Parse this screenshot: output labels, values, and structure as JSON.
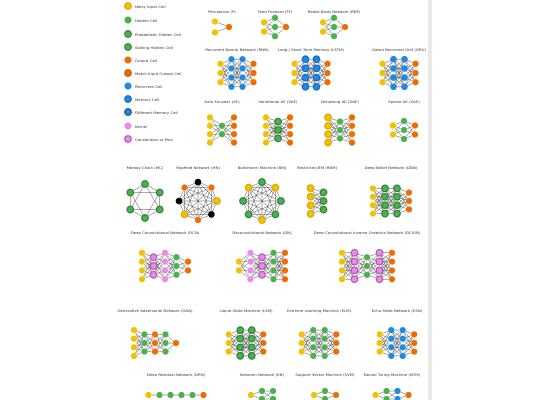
{
  "legend": [
    {
      "label": "Noisy Input Cell",
      "color": "#f2c200",
      "ring": "#d9a400"
    },
    {
      "label": "Hidden Cell",
      "color": "#4caf50"
    },
    {
      "label": "Probablistic Hidden Cell",
      "color": "#4caf50",
      "ring": "#2e7d32"
    },
    {
      "label": "Spiking Hidden Cell",
      "color": "#4caf50",
      "ring": "#2e7d32"
    },
    {
      "label": "Output Cell",
      "color": "#ef6c00"
    },
    {
      "label": "Match Input Output Cell",
      "color": "#ef6c00",
      "ring": "#c45a00"
    },
    {
      "label": "Recurrent Cell",
      "color": "#1e88e5"
    },
    {
      "label": "Memory Cell",
      "color": "#1e88e5",
      "ring": "#1565c0"
    },
    {
      "label": "Different Memory Cell",
      "color": "#1e88e5",
      "ring": "#0d47a1"
    },
    {
      "label": "Kernel",
      "color": "#e88ae8"
    },
    {
      "label": "Convolution or Pool",
      "color": "#e88ae8",
      "ring": "#b04fb0"
    }
  ],
  "networks": [
    {
      "title": "Perceptron (P)"
    },
    {
      "title": "Feed Forward (FF)"
    },
    {
      "title": "Radial Basis Network (RBF)"
    },
    {
      "title": "Recurrent Neural Network (RNN)"
    },
    {
      "title": "Long / Short Term Memory (LSTM)"
    },
    {
      "title": "Gated Recurrent Unit (GRU)"
    },
    {
      "title": "Auto Encoder (AE)"
    },
    {
      "title": "Variational AE (VAE)"
    },
    {
      "title": "Denoising AE (DAE)"
    },
    {
      "title": "Sparse AE (SAE)"
    },
    {
      "title": "Markov Chain (MC)"
    },
    {
      "title": "Hopfield Network (HN)"
    },
    {
      "title": "Boltzmann Machine (BM)"
    },
    {
      "title": "Restricted BM (RBM)"
    },
    {
      "title": "Deep Belief Network (DBN)"
    },
    {
      "title": "Deep Convolutional Network (DCN)"
    },
    {
      "title": "Deconvolutional Network (DN)"
    },
    {
      "title": "Deep Convolutional Inverse Graphics Network (DCIGN)"
    },
    {
      "title": "Generative Adversarial Network (GAN)"
    },
    {
      "title": "Liquid State Machine (LSM)"
    },
    {
      "title": "Extreme Learning Machine (ELM)"
    },
    {
      "title": "Echo State Network (ESN)"
    },
    {
      "title": "Deep Residual Network (DRN)"
    },
    {
      "title": "Kohonen Network (KN)"
    },
    {
      "title": "Support Vector Machine (SVM)"
    },
    {
      "title": "Neural Turing Machine (NTM)"
    }
  ]
}
